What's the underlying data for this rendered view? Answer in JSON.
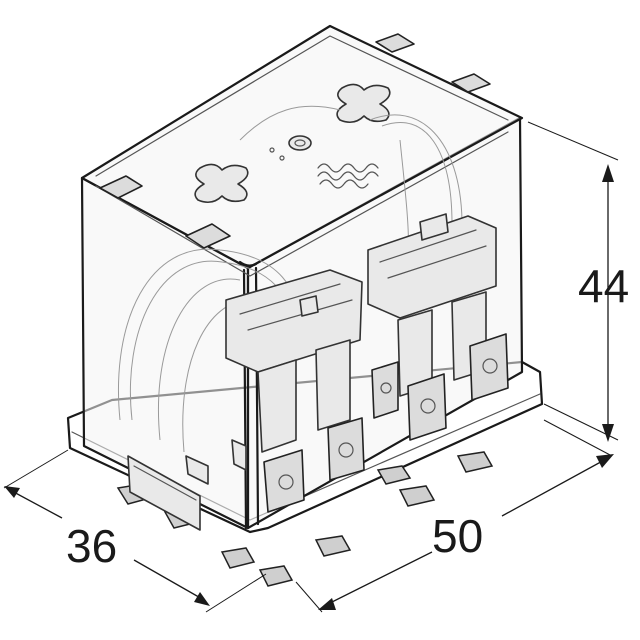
{
  "dimensions": {
    "height": "44",
    "depth": "36",
    "width": "50"
  },
  "colors": {
    "line": "#1a1a1a",
    "background": "#ffffff"
  }
}
